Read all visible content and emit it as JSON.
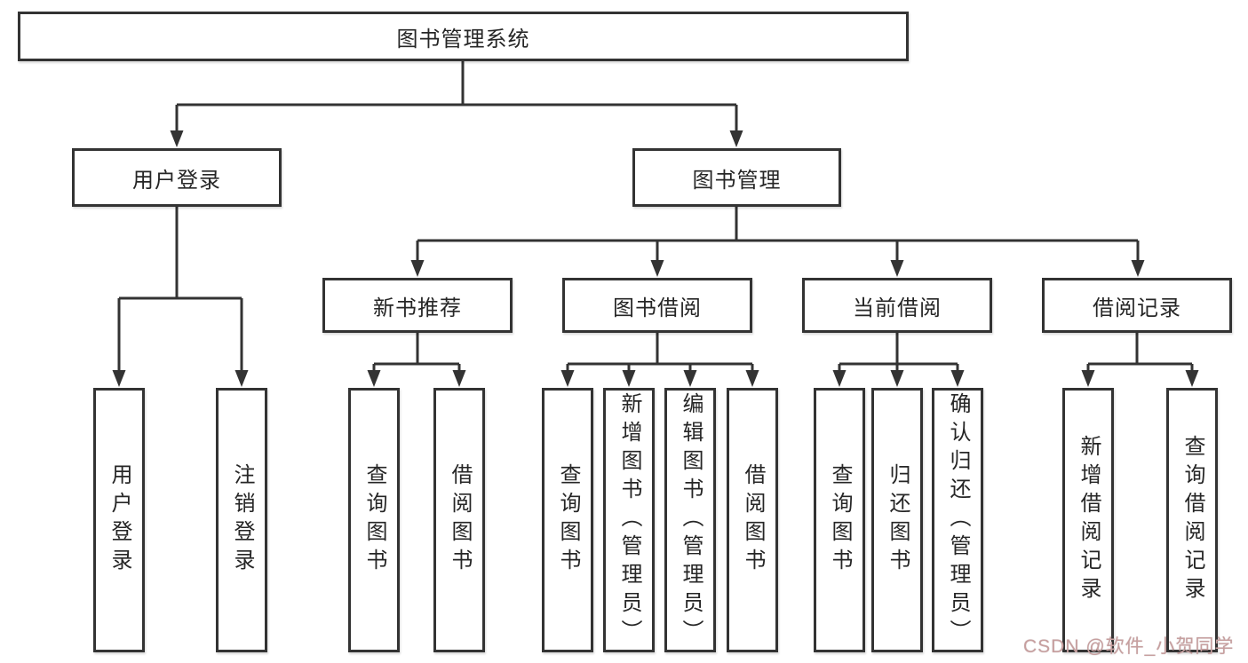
{
  "diagram": {
    "type": "tree",
    "root": {
      "label": "图书管理系统"
    },
    "level2": {
      "user_login": {
        "label": "用户登录"
      },
      "book_mgmt": {
        "label": "图书管理"
      }
    },
    "level3": {
      "new_book_rec": {
        "label": "新书推荐"
      },
      "book_borrow": {
        "label": "图书借阅"
      },
      "current_borrow": {
        "label": "当前借阅"
      },
      "borrow_record": {
        "label": "借阅记录"
      }
    },
    "leaves": {
      "user_login_1": "用户登录",
      "user_login_2": "注销登录",
      "rec_1": "查询图书",
      "rec_2": "借阅图书",
      "borrow_1": "查询图书",
      "borrow_2": "新增图书（管理员）",
      "borrow_3": "编辑图书（管理员）",
      "borrow_4": "借阅图书",
      "current_1": "查询图书",
      "current_2": "归还图书",
      "current_3": "确认归还（管理员）",
      "record_1": "新增借阅记录",
      "record_2": "查询借阅记录"
    },
    "watermark": "CSDN @软件_小贺同学",
    "colors": {
      "line": "#333333",
      "text": "#262626",
      "background": "#ffffff",
      "watermark": "#c79f9f"
    }
  }
}
